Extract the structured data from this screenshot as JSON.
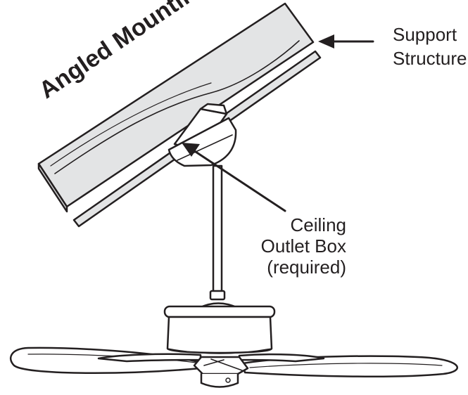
{
  "labels": {
    "angled_mounting": "Angled Mounting",
    "support_structure_line1": "Support",
    "support_structure_line2": "Structure",
    "outlet_line1": "Ceiling",
    "outlet_line2": "Outlet Box",
    "outlet_line3": "(required)"
  },
  "colors": {
    "stroke": "#231f20",
    "panel_fill": "#e3e4e5",
    "fan_fill": "#ffffff"
  }
}
